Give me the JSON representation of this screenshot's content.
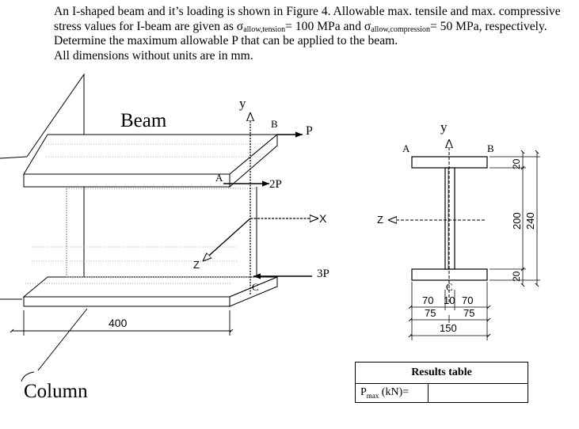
{
  "problem": {
    "sentence1": "An I-shaped beam and it’s loading is shown in Figure 4. Allowable max. tensile and max. compressive stress values for I-beam are given as σ",
    "sub_tension": "allow,tension",
    "tension_value": "= 100 MPa and σ",
    "sub_compression": "allow,compression",
    "compression_value": "= 50 MPa, respectively. Determine the maximum allowable P that can be applied to the beam.",
    "units_note": "All dimensions without units are in mm."
  },
  "figure": {
    "beam_label": "Beam",
    "column_label": "Column",
    "axis_y": "y",
    "axis_x": "X",
    "axis_z": "Z",
    "point_a": "A",
    "point_b": "B",
    "point_c": "C",
    "load_p": "P",
    "load_2p": "2P",
    "load_3p": "3P",
    "length": "400"
  },
  "section": {
    "axis_y": "y",
    "axis_z": "Z",
    "point_a": "A",
    "point_b": "B",
    "point_c": "C",
    "dim_70_left": "70",
    "dim_10": "10",
    "dim_70_right": "70",
    "dim_75_left": "75",
    "dim_75_right": "75",
    "dim_150": "150",
    "dim_20_top": "20",
    "dim_200": "200",
    "dim_20_bottom": "20",
    "dim_240": "240"
  },
  "results_table": {
    "title": "Results table",
    "row_label": "P",
    "row_sub": "max",
    "row_unit": " (kN)=",
    "row_value": ""
  }
}
